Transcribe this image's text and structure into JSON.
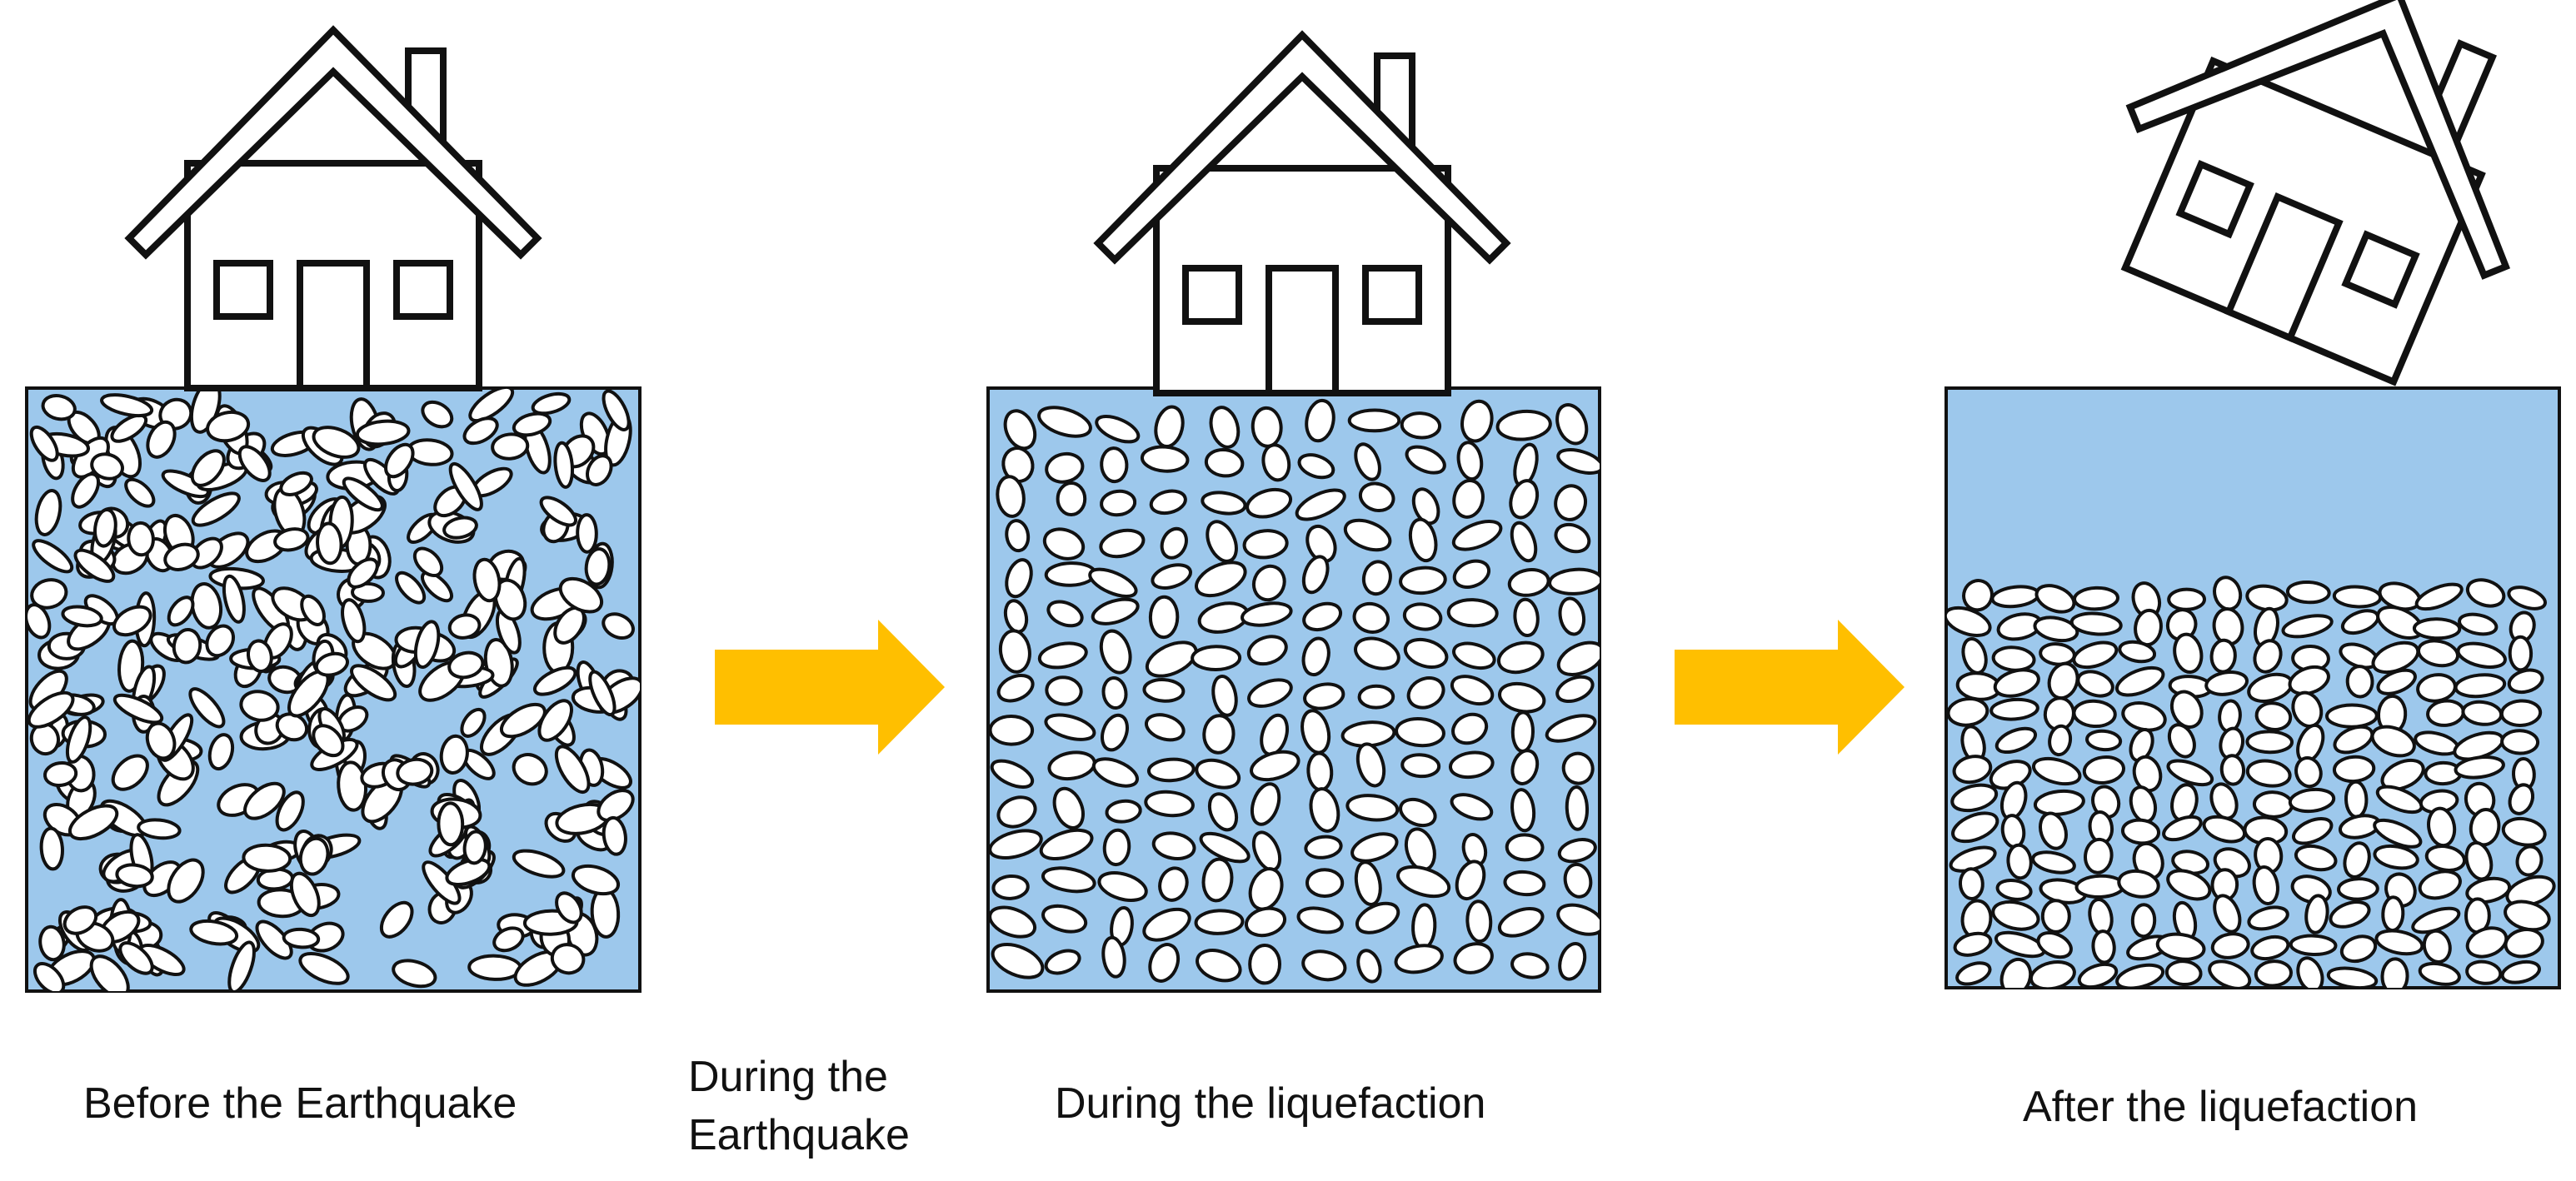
{
  "colors": {
    "water": "#9dc8ec",
    "outline": "#111111",
    "grain_fill": "#ffffff",
    "arrow": "#ffbf00"
  },
  "icons": [
    "house-icon",
    "arrow-right-icon"
  ],
  "captions": {
    "before": "Before the Earthquake",
    "during_quake_line1": "During the",
    "during_quake_line2": "Earthquake",
    "during_liquefaction": "During the liquefaction",
    "after": "After the liquefaction"
  }
}
